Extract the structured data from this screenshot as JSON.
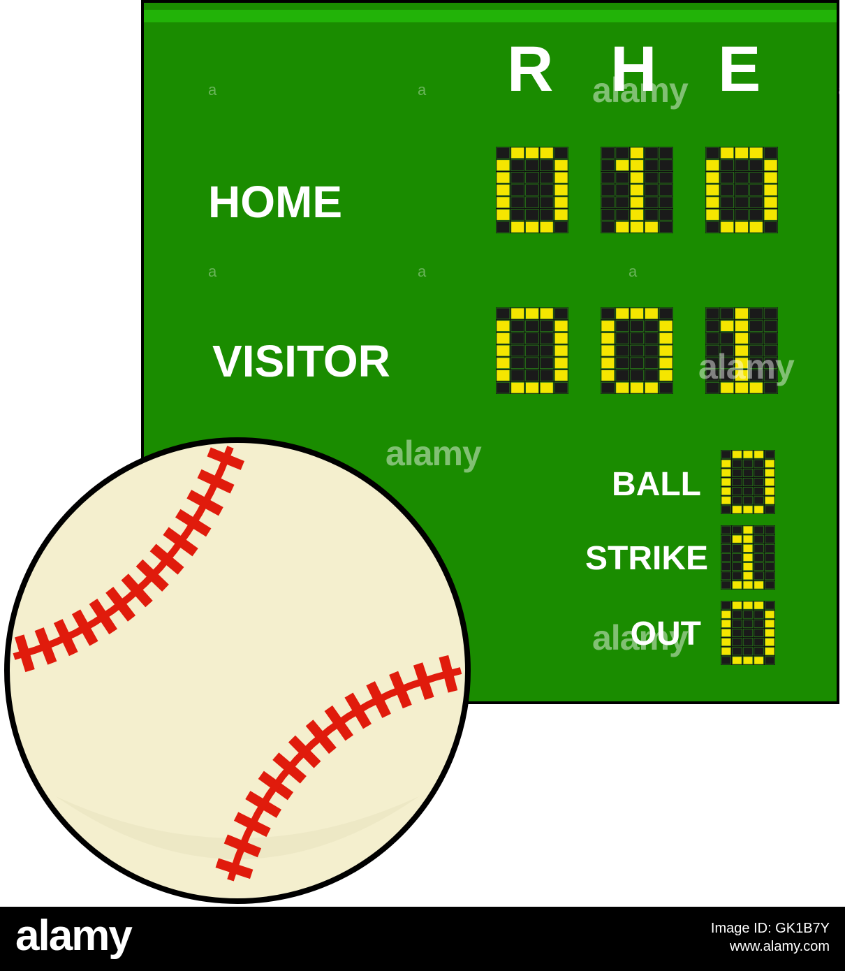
{
  "scoreboard": {
    "headers": [
      "R",
      "H",
      "E"
    ],
    "rows": [
      {
        "team": "HOME",
        "digits": [
          "0",
          "1",
          "0"
        ]
      },
      {
        "team": "VISITOR",
        "digits": [
          "0",
          "0",
          "1"
        ]
      }
    ],
    "counts": [
      {
        "label": "BALL",
        "digit": "0"
      },
      {
        "label": "STRIKE",
        "digit": "1"
      },
      {
        "label": "OUT",
        "digit": "0"
      }
    ],
    "colors": {
      "board": "#1a8c00",
      "lit": "#f5e600",
      "unlit": "#1a1a1a"
    }
  },
  "ball": {
    "colors": {
      "leather": "#f4efce",
      "seam": "#e01b0c"
    }
  },
  "watermark": {
    "text": "alamy",
    "mark": "a"
  },
  "footer": {
    "brand": "alamy",
    "image_id": "Image ID: GK1B7Y",
    "url": "www.alamy.com"
  }
}
